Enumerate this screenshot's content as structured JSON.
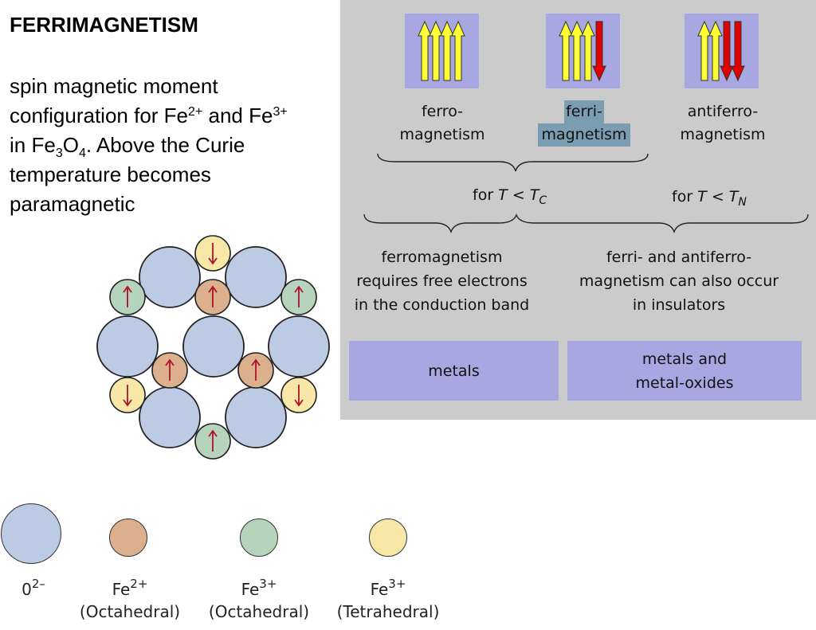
{
  "title": "FERRIMAGNETISM",
  "description": {
    "line1": "spin magnetic moment",
    "line2_pre": "configuration for Fe",
    "line2_sup1": "2+",
    "line2_mid": " and Fe",
    "line2_sup2": "3+",
    "line3_pre": "in Fe",
    "line3_sub1": "3",
    "line3_mid": "O",
    "line3_sub2": "4",
    "line3_post": ". Above the Curie",
    "line4": "temperature becomes",
    "line5": "paramagnetic"
  },
  "panel": {
    "types": [
      {
        "line1": "ferro-",
        "line2": "magnetism",
        "up": 4,
        "down": 0
      },
      {
        "line1": "ferri-",
        "line2": "magnetism",
        "up": 3,
        "down": 1
      },
      {
        "line1": "antiferro-",
        "line2": "magnetism",
        "up": 2,
        "down": 2
      }
    ],
    "cond_left": {
      "pre": "for ",
      "var": "T",
      "op": " < ",
      "var2": "T",
      "sub": "C"
    },
    "cond_right": {
      "pre": "for ",
      "var": "T",
      "op": " < ",
      "var2": "T",
      "sub": "N"
    },
    "explain_left": [
      "ferromagnetism",
      "requires free electrons",
      "in the conduction band"
    ],
    "explain_right": [
      "ferri- and antiferro-",
      "magnetism can also occur",
      "in insulators"
    ],
    "box_left": "metals",
    "box_right": [
      "metals and",
      "metal-oxides"
    ]
  },
  "colors": {
    "panel_bg": "#cbcbcb",
    "box_bg": "#a7a7e2",
    "up_arrow": "#ffff33",
    "down_arrow": "#e00000",
    "highlight": "#7b9db1",
    "oxygen": "#bccae4",
    "fe2_oct": "#dcb08d",
    "fe3_oct": "#b6d3bc",
    "fe3_tet": "#f7e8a8",
    "spin_arrow": "#b0112b"
  },
  "legend": [
    {
      "base": "0",
      "sup": "2–",
      "site": ""
    },
    {
      "base": "Fe",
      "sup": "2+",
      "site": "(Octahedral)"
    },
    {
      "base": "Fe",
      "sup": "3+",
      "site": "(Octahedral)"
    },
    {
      "base": "Fe",
      "sup": "3+",
      "site": "(Tetrahedral)"
    }
  ]
}
